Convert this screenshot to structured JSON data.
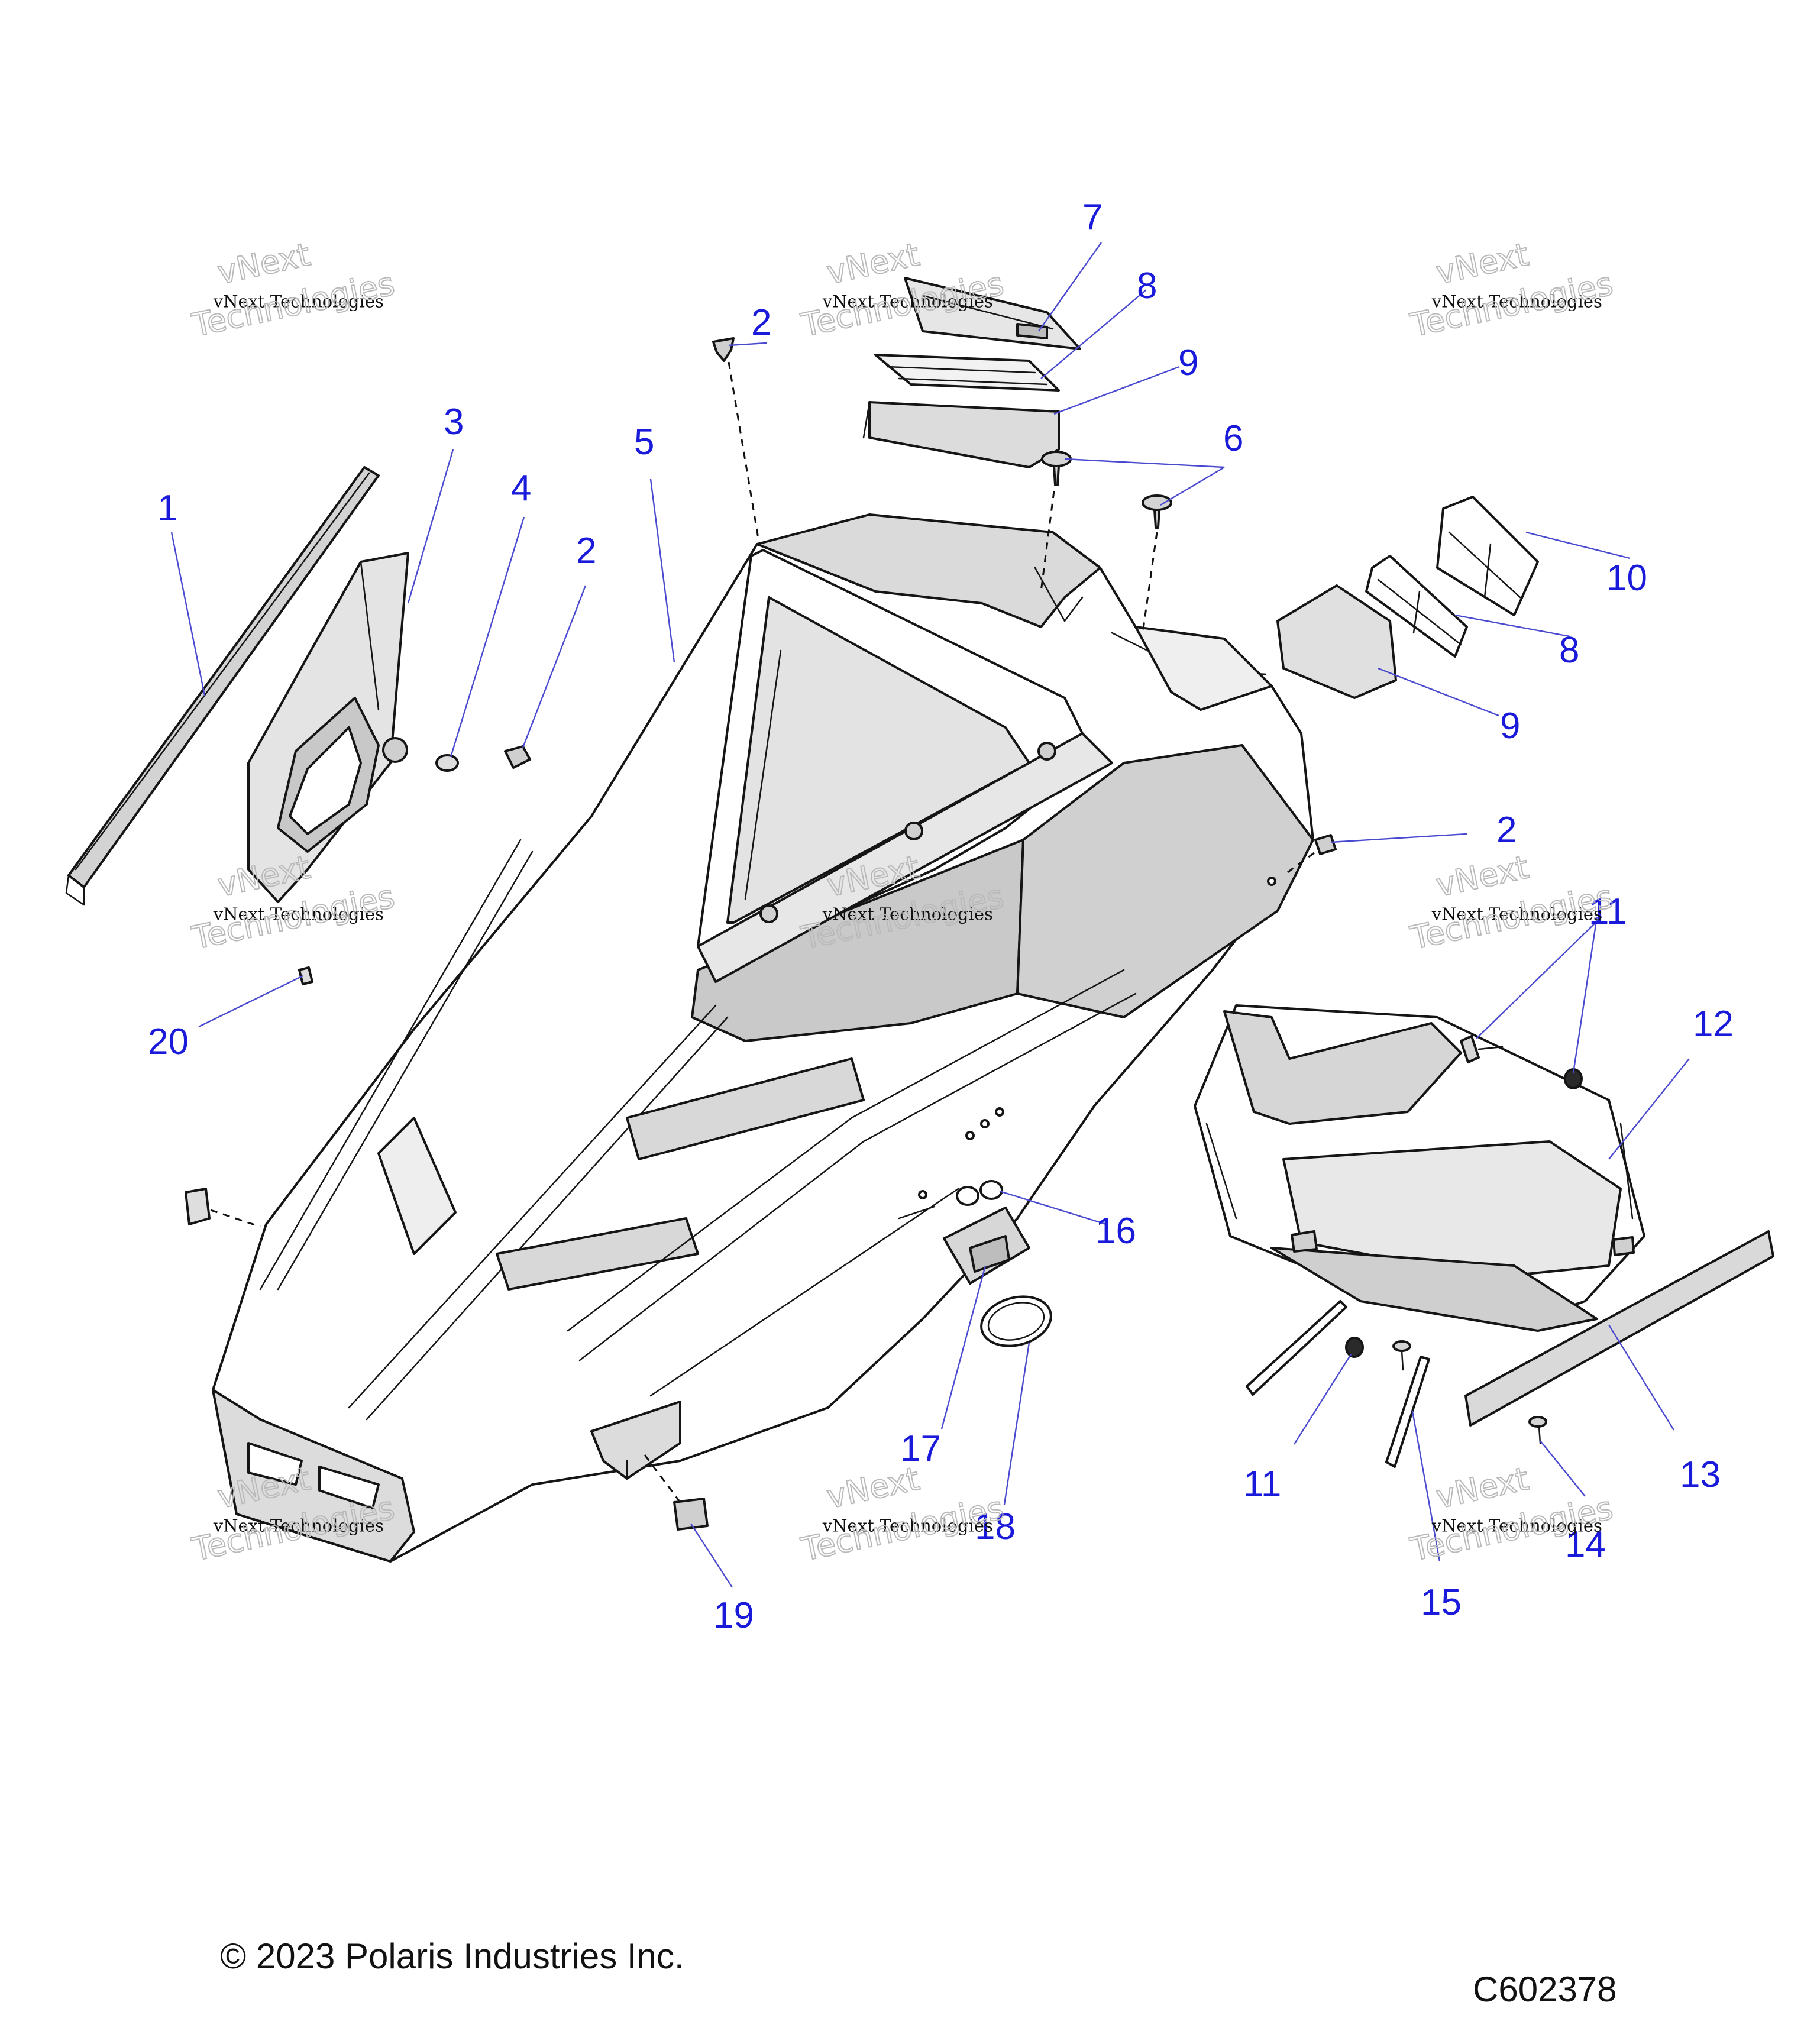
{
  "diagram": {
    "callouts": [
      {
        "id": "c1",
        "text": "1"
      },
      {
        "id": "c2a",
        "text": "2"
      },
      {
        "id": "c2b",
        "text": "2"
      },
      {
        "id": "c2c",
        "text": "2"
      },
      {
        "id": "c3",
        "text": "3"
      },
      {
        "id": "c4",
        "text": "4"
      },
      {
        "id": "c5",
        "text": "5"
      },
      {
        "id": "c6",
        "text": "6"
      },
      {
        "id": "c7",
        "text": "7"
      },
      {
        "id": "c8a",
        "text": "8"
      },
      {
        "id": "c8b",
        "text": "8"
      },
      {
        "id": "c9a",
        "text": "9"
      },
      {
        "id": "c9b",
        "text": "9"
      },
      {
        "id": "c10",
        "text": "10"
      },
      {
        "id": "c11a",
        "text": "11"
      },
      {
        "id": "c11b",
        "text": "11"
      },
      {
        "id": "c12",
        "text": "12"
      },
      {
        "id": "c13",
        "text": "13"
      },
      {
        "id": "c14",
        "text": "14"
      },
      {
        "id": "c15",
        "text": "15"
      },
      {
        "id": "c16",
        "text": "16"
      },
      {
        "id": "c17",
        "text": "17"
      },
      {
        "id": "c18",
        "text": "18"
      },
      {
        "id": "c19",
        "text": "19"
      },
      {
        "id": "c20",
        "text": "20"
      }
    ],
    "watermark": {
      "line_small": "vNext Technologies",
      "line_top": "vNext",
      "line_bottom": "Technologies"
    }
  },
  "footer": {
    "copyright": "© 2023 Polaris Industries Inc.",
    "figure_code": "C602378"
  }
}
